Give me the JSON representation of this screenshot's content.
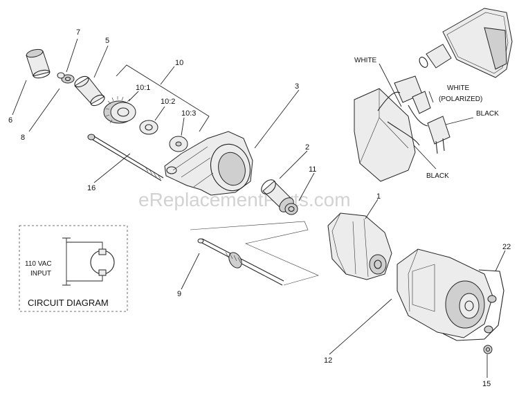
{
  "watermark": "eReplacementParts.com",
  "callouts": {
    "p1": "1",
    "p2": "2",
    "p3": "3",
    "p5": "5",
    "p6": "6",
    "p7": "7",
    "p8": "8",
    "p9": "9",
    "p10": "10",
    "p10_1": "10:1",
    "p10_2": "10:2",
    "p10_3": "10:3",
    "p11": "11",
    "p12": "12",
    "p15": "15",
    "p16": "16",
    "p22": "22"
  },
  "wires": {
    "white": "WHITE",
    "white_polarized_1": "WHITE",
    "white_polarized_2": "(POLARIZED)",
    "black_upper": "BLACK",
    "black_lower": "BLACK"
  },
  "circuit": {
    "title": "CIRCUIT DIAGRAM",
    "input_line1": "110 VAC",
    "input_line2": "INPUT"
  }
}
